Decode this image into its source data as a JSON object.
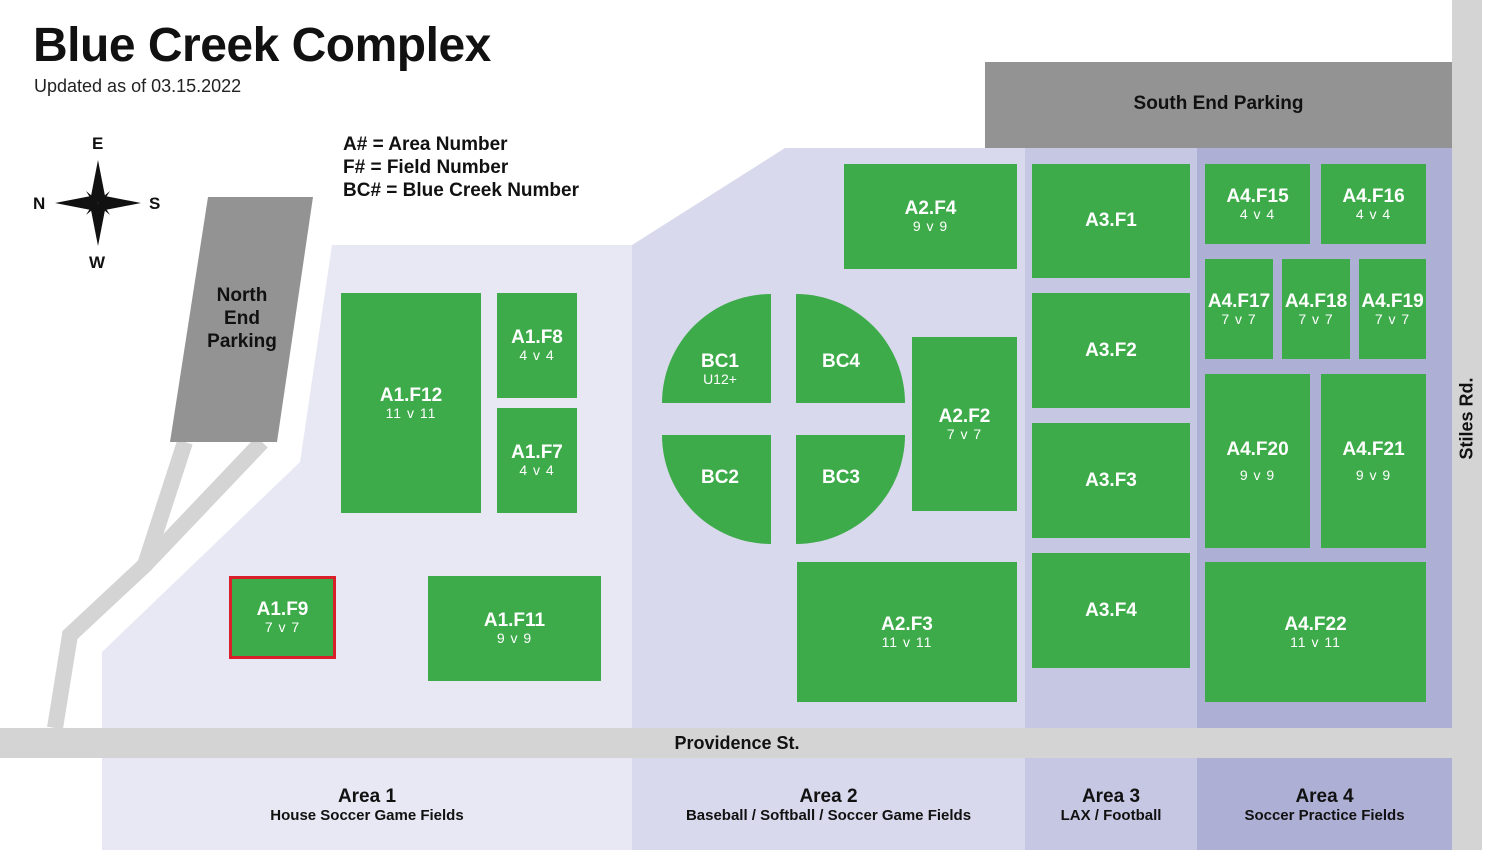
{
  "header": {
    "title": "Blue Creek Complex",
    "updated": "Updated as of 03.15.2022"
  },
  "legend": {
    "lines": [
      "A# = Area Number",
      "F# = Field Number",
      "BC# = Blue Creek Number"
    ]
  },
  "compass": {
    "top": "E",
    "bottom": "W",
    "left": "N",
    "right": "S"
  },
  "parking": {
    "north": [
      "North",
      "End",
      "Parking"
    ],
    "south": "South End Parking"
  },
  "roads": {
    "providence": "Providence St.",
    "stiles": "Stiles Rd."
  },
  "colors": {
    "field": "#3dab49",
    "selected_outline": "#d81f2a",
    "area1": "#e7e8f4",
    "area2": "#d8d9ec",
    "area3": "#c6c7e3",
    "area4": "#aeafd5",
    "road": "#d4d4d4",
    "parking": "#939393"
  },
  "fields": [
    {
      "id": "a1f12",
      "name": "A1.F12",
      "size": "11 v 11"
    },
    {
      "id": "a1f8",
      "name": "A1.F8",
      "size": "4 v 4"
    },
    {
      "id": "a1f7",
      "name": "A1.F7",
      "size": "4 v 4"
    },
    {
      "id": "a1f9",
      "name": "A1.F9",
      "size": "7 v 7",
      "selected": true
    },
    {
      "id": "a1f11",
      "name": "A1.F11",
      "size": "9 v 9"
    },
    {
      "id": "a2f4",
      "name": "A2.F4",
      "size": "9 v 9"
    },
    {
      "id": "a2f2",
      "name": "A2.F2",
      "size": "7 v 7"
    },
    {
      "id": "a2f3",
      "name": "A2.F3",
      "size": "11 v 11"
    },
    {
      "id": "a3f1",
      "name": "A3.F1",
      "size": ""
    },
    {
      "id": "a3f2",
      "name": "A3.F2",
      "size": ""
    },
    {
      "id": "a3f3",
      "name": "A3.F3",
      "size": ""
    },
    {
      "id": "a3f4",
      "name": "A3.F4",
      "size": ""
    },
    {
      "id": "a4f15",
      "name": "A4.F15",
      "size": "4 v 4"
    },
    {
      "id": "a4f16",
      "name": "A4.F16",
      "size": "4 v 4"
    },
    {
      "id": "a4f17",
      "name": "A4.F17",
      "size": "7 v 7"
    },
    {
      "id": "a4f18",
      "name": "A4.F18",
      "size": "7 v 7"
    },
    {
      "id": "a4f19",
      "name": "A4.F19",
      "size": "7 v 7"
    },
    {
      "id": "a4f20",
      "name": "A4.F20",
      "size": "9 v 9"
    },
    {
      "id": "a4f21",
      "name": "A4.F21",
      "size": "9 v 9"
    },
    {
      "id": "a4f22",
      "name": "A4.F22",
      "size": "11 v 11"
    }
  ],
  "blue_creek": [
    {
      "id": "bc1",
      "name": "BC1",
      "size": "U12+"
    },
    {
      "id": "bc4",
      "name": "BC4",
      "size": ""
    },
    {
      "id": "bc2",
      "name": "BC2",
      "size": ""
    },
    {
      "id": "bc3",
      "name": "BC3",
      "size": ""
    }
  ],
  "areas": [
    {
      "name": "Area 1",
      "desc": "House Soccer Game Fields"
    },
    {
      "name": "Area 2",
      "desc": "Baseball / Softball / Soccer Game Fields"
    },
    {
      "name": "Area 3",
      "desc": "LAX / Football"
    },
    {
      "name": "Area 4",
      "desc": "Soccer Practice Fields"
    }
  ]
}
